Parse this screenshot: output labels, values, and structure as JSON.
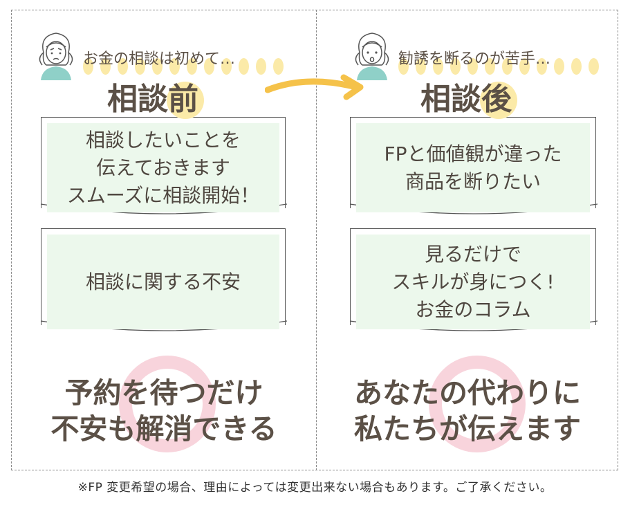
{
  "left": {
    "worry": "お金の相談は初めて…",
    "heading_prefix": "相談",
    "heading_highlight": "前",
    "card1_lines": [
      "相談したいことを",
      "伝えておきます",
      "スムーズに相談開始！"
    ],
    "card2_lines": [
      "相談に関する不安"
    ],
    "result_lines": [
      "予約を待つだけ",
      "不安も解消できる"
    ]
  },
  "right": {
    "worry": "勧誘を断るのが苦手…",
    "heading_prefix": "相談",
    "heading_highlight": "後",
    "card1_lines": [
      "FPと価値観が違った",
      "商品を断りたい"
    ],
    "card2_lines": [
      "見るだけで",
      "スキルが身につく!",
      "お金のコラム"
    ],
    "result_lines": [
      "あなたの代わりに",
      "私たちが伝えます"
    ]
  },
  "footnote": "※FP 変更希望の場合、理由によっては変更出来ない場合もあります。ご了承ください。",
  "colors": {
    "text": "#5b5046",
    "card_fill": "#ecf8ec",
    "highlight_yellow": "#fbeaa8",
    "ring_pink": "#f8d4dc",
    "arrow": "#f5c24a",
    "avatar_shirt": "#8fd0c8"
  },
  "icons": {
    "avatar_left": "worried-woman-avatar-icon",
    "avatar_right": "surprised-woman-avatar-icon",
    "arrow": "right-arrow-icon"
  }
}
